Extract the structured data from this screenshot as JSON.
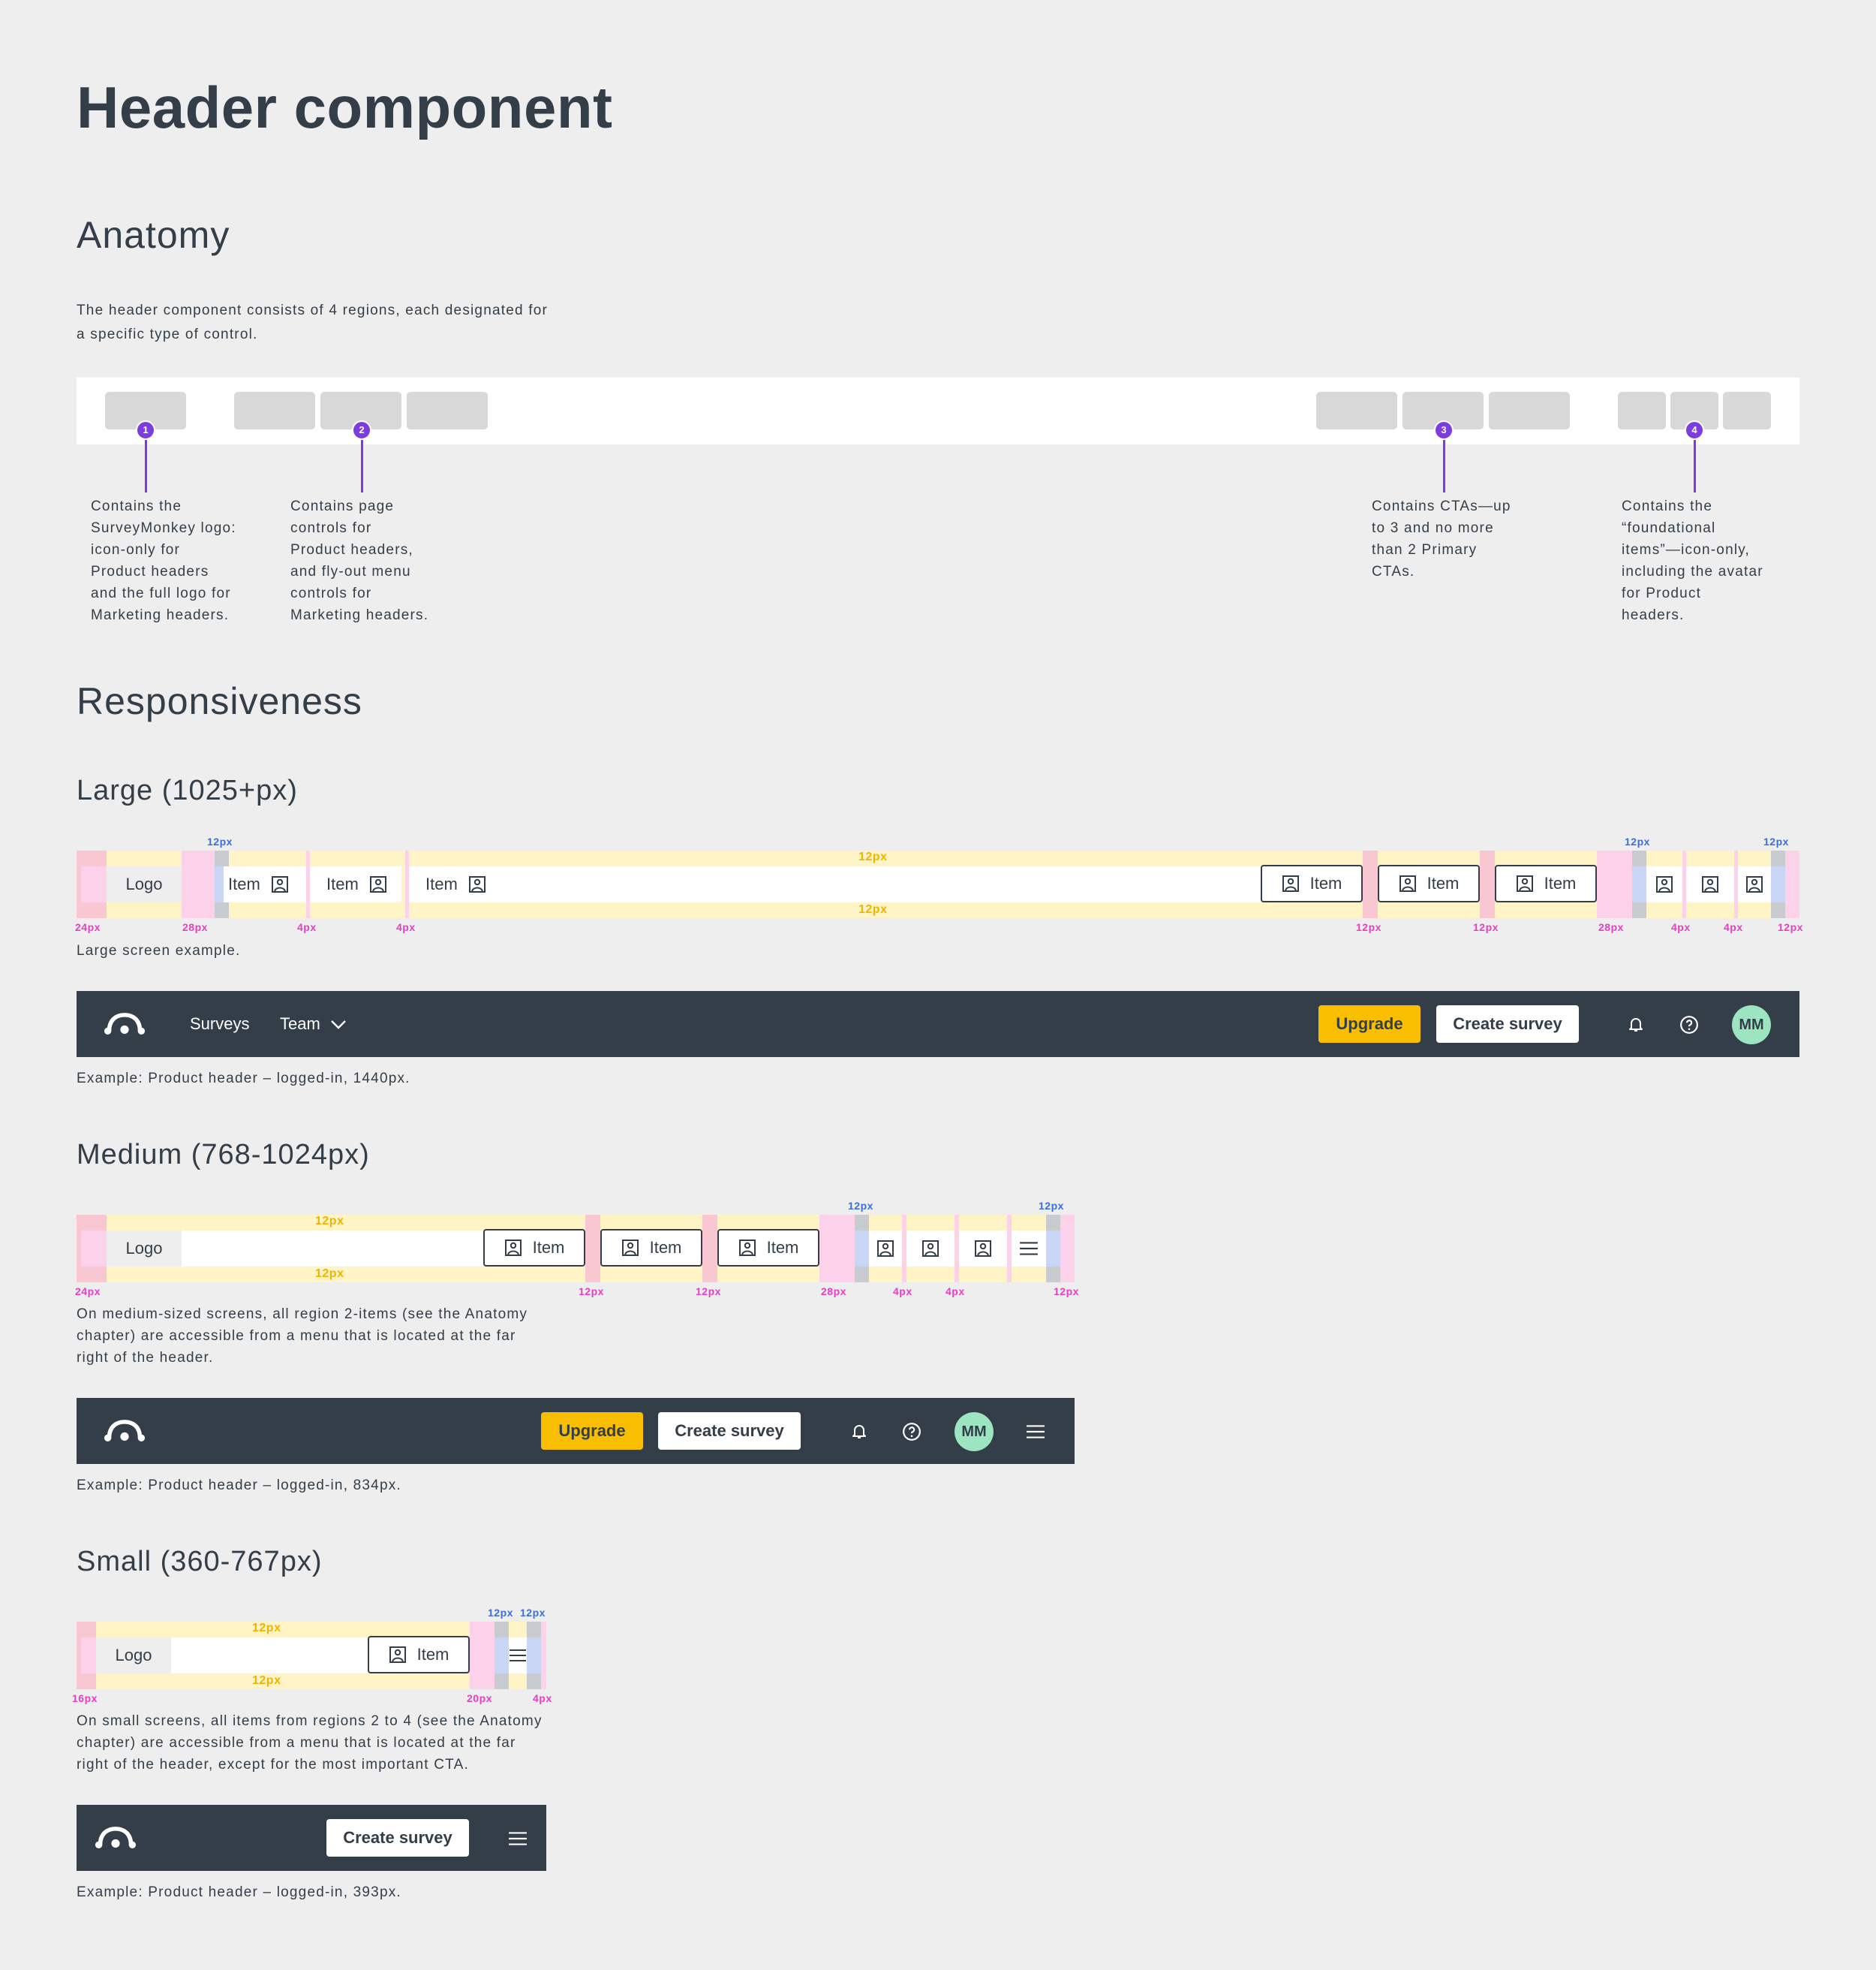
{
  "page": {
    "title": "Header component",
    "anatomy_heading": "Anatomy",
    "anatomy_intro": [
      "The header component consists of 4 regions, each designated for",
      "a specific type of control."
    ],
    "regions": [
      {
        "number": "1",
        "lines": [
          "Contains the",
          "SurveyMonkey logo:",
          "icon-only for",
          "Product headers",
          "and the full logo for",
          "Marketing headers."
        ]
      },
      {
        "number": "2",
        "lines": [
          "Contains page",
          "controls for",
          "Product headers,",
          "and fly-out menu",
          "controls for",
          "Marketing headers."
        ]
      },
      {
        "number": "3",
        "lines": [
          "Contains CTAs—up",
          "to 3 and no more",
          "than 2 Primary",
          "CTAs."
        ]
      },
      {
        "number": "4",
        "lines": [
          "Contains the",
          "“foundational",
          "items”—icon-only,",
          "including the avatar",
          "for Product",
          "headers."
        ]
      }
    ],
    "responsiveness_heading": "Responsiveness"
  },
  "diagram": {
    "logo": "Logo",
    "item": "Item",
    "s12": "12px",
    "s24": "24px",
    "s28": "28px",
    "s4": "4px",
    "s16": "16px",
    "s20": "20px"
  },
  "large": {
    "heading": "Large (1025+px)",
    "caption": "Large screen example.",
    "example_caption": "Example: Product header – logged-in, 1440px."
  },
  "medium": {
    "heading": "Medium (768-1024px)",
    "description": [
      "On medium-sized screens, all region 2-items (see the Anatomy",
      "chapter) are accessible from a menu that is located at the far",
      "right of the header."
    ],
    "example_caption": "Example: Product header – logged-in, 834px."
  },
  "small": {
    "heading": "Small (360-767px)",
    "description": [
      "On small screens, all items from regions 2 to 4 (see the Anatomy",
      "chapter) are accessible from a menu that is located at the far",
      "right of the header, except for the most important CTA."
    ],
    "example_caption": "Example: Product header – logged-in, 393px."
  },
  "product_header": {
    "nav_surveys": "Surveys",
    "nav_team": "Team",
    "upgrade": "Upgrade",
    "create_survey": "Create survey",
    "avatar_initials": "MM"
  },
  "colors": {
    "background": "#eeeeee",
    "dark_header": "#333e48",
    "upgrade": "#f9be00",
    "avatar": "#9de4c1",
    "marker": "#7d3ce0",
    "spacing_yellow": "#f0b400",
    "spacing_pink": "#e83dc4",
    "spacing_blue": "#3a6fe0"
  },
  "icons": [
    "image-icon",
    "menu-icon",
    "bell-icon",
    "help-icon",
    "chevron-down-icon",
    "surveymonkey-logo-icon"
  ]
}
